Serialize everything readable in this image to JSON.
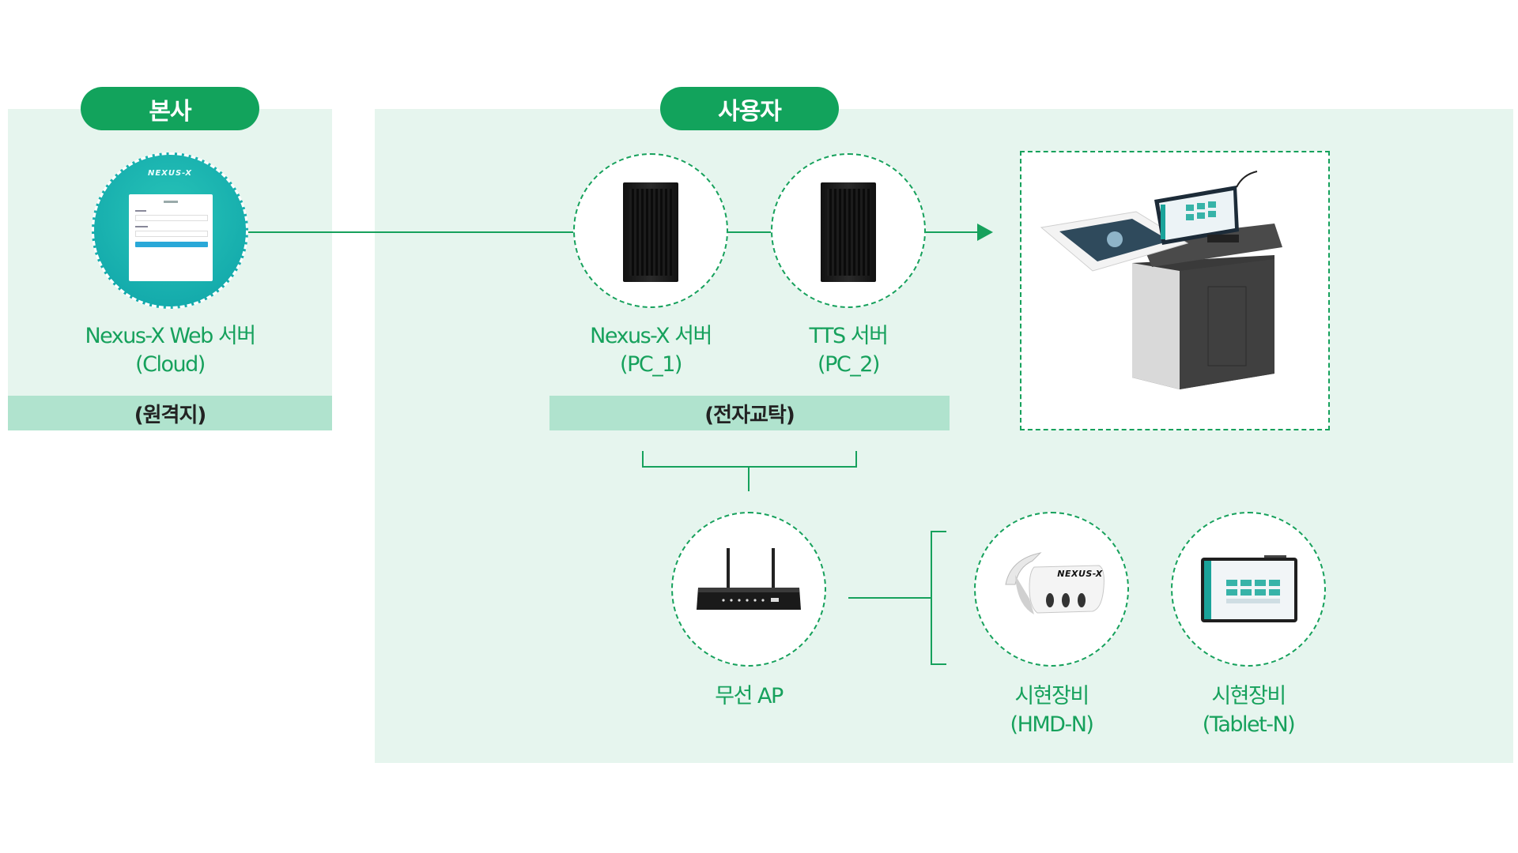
{
  "zones": {
    "hq": {
      "title": "본사",
      "band": "(원격지)"
    },
    "user": {
      "title": "사용자",
      "band": "(전자교탁)"
    }
  },
  "nodes": {
    "web_server": {
      "line1": "Nexus-X Web 서버",
      "line2": "(Cloud)",
      "logo": "NEXUS-X"
    },
    "nexus_server": {
      "line1": "Nexus-X 서버",
      "line2": "(PC_1)"
    },
    "tts_server": {
      "line1": "TTS 서버",
      "line2": "(PC_2)"
    },
    "wireless_ap": {
      "line1": "무선 AP"
    },
    "hmd": {
      "line1": "시현장비",
      "line2": "(HMD-N)",
      "logo": "NEXUS-X"
    },
    "tablet": {
      "line1": "시현장비",
      "line2": "(Tablet-N)"
    }
  },
  "colors": {
    "accent": "#12a35c",
    "zone_bg": "#e6f5ee",
    "band_bg": "#b0e3ce"
  },
  "icons": [
    "cloud-login-screen-icon",
    "tower-pc-icon",
    "lectern-kiosk-icon",
    "wifi-router-icon",
    "vr-headset-icon",
    "tablet-icon"
  ]
}
